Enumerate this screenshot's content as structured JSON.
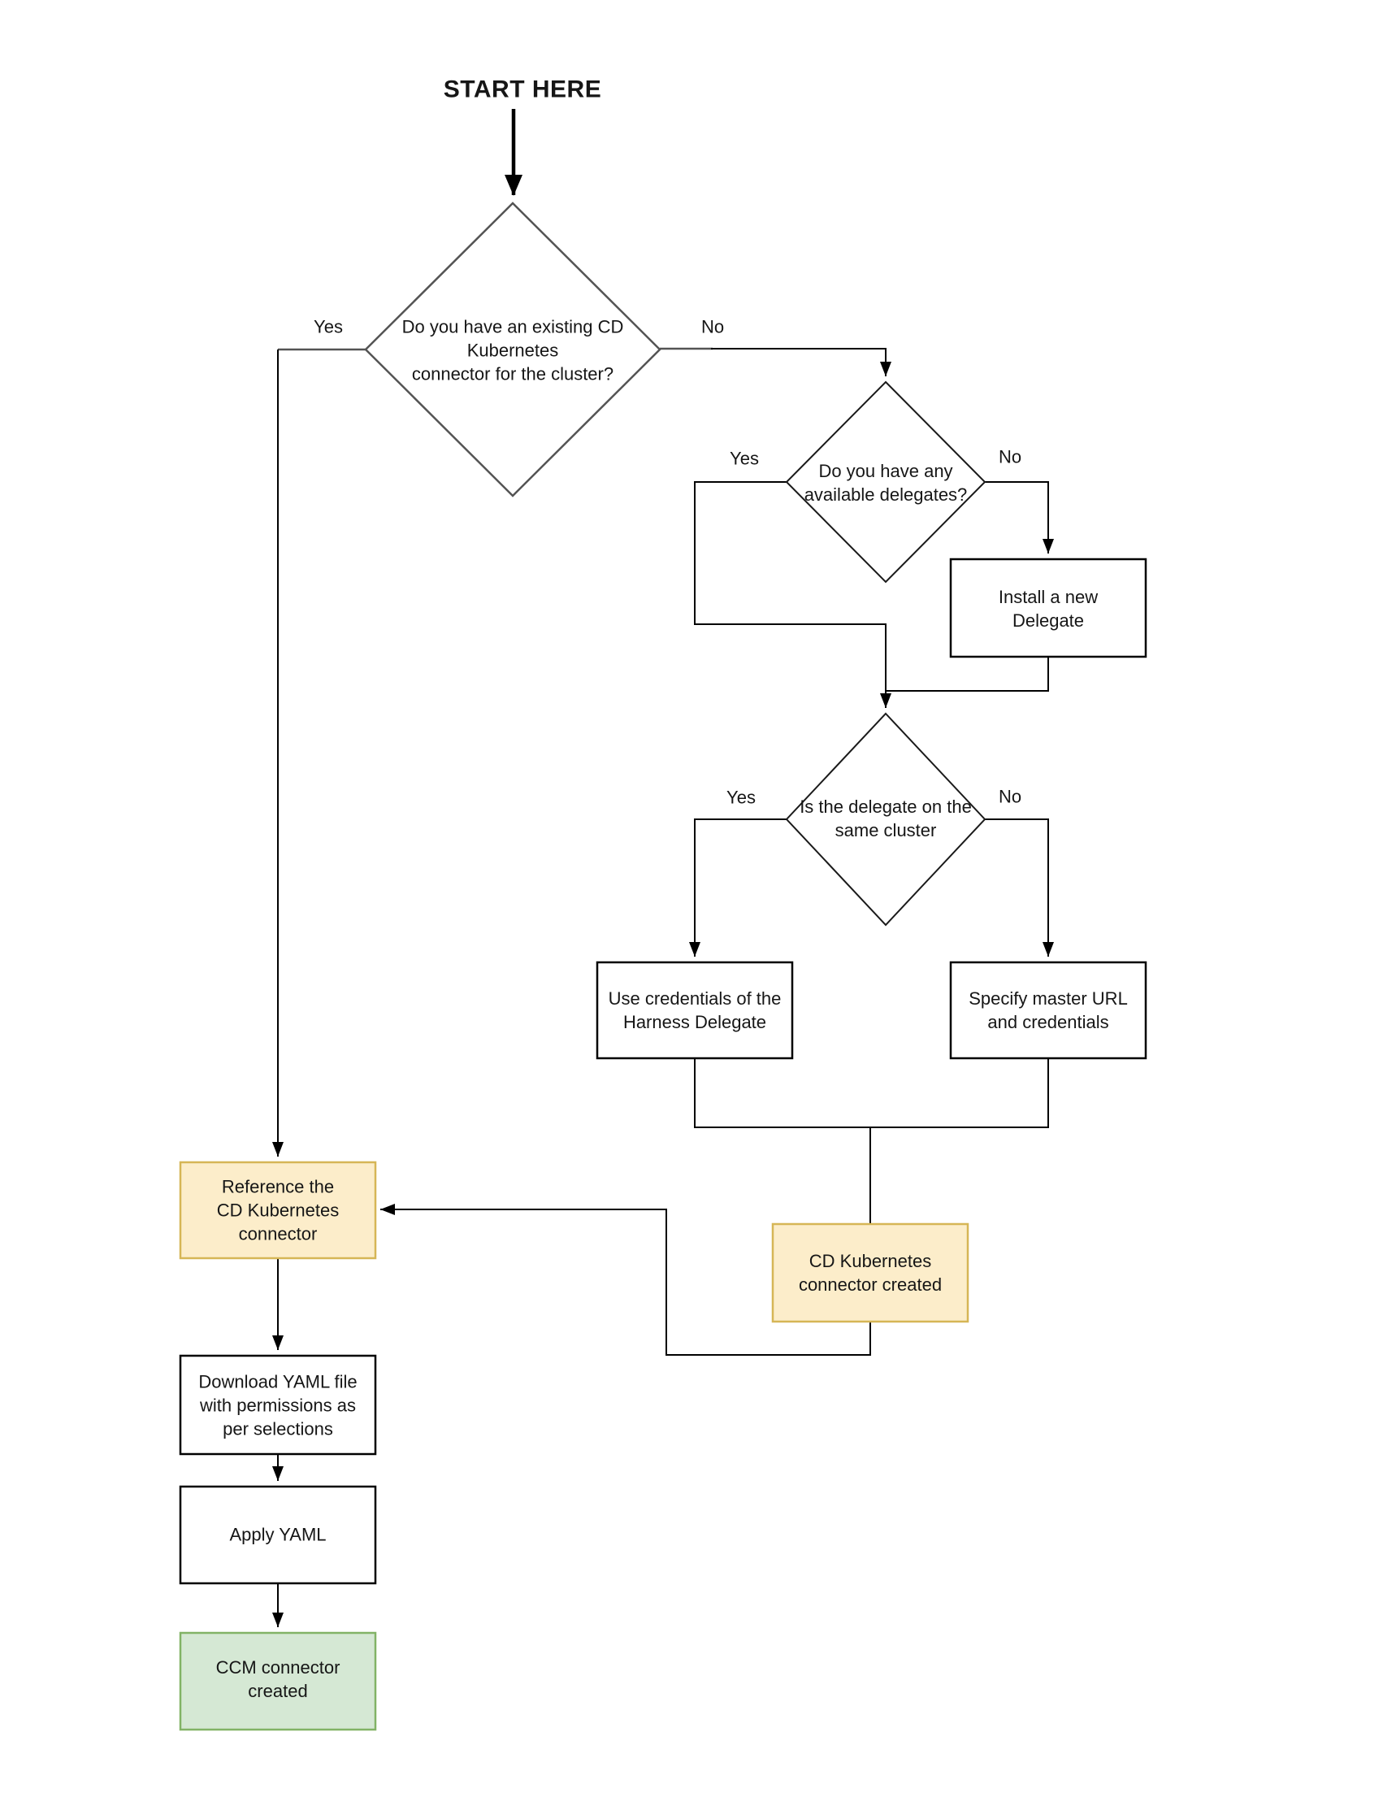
{
  "diagram": {
    "title": "START HERE",
    "nodes": {
      "start": {
        "lines": [
          "START HERE"
        ]
      },
      "decision_existing_connector": {
        "lines": [
          "Do you have an existing CD",
          "Kubernetes",
          "connector for the cluster?"
        ]
      },
      "decision_available_delegates": {
        "lines": [
          "Do you have any",
          "available delegates?"
        ]
      },
      "decision_same_cluster": {
        "lines": [
          "Is the delegate on the",
          "same cluster"
        ]
      },
      "install_delegate": {
        "lines": [
          "Install a new",
          "Delegate"
        ]
      },
      "use_credentials": {
        "lines": [
          "Use credentials of the",
          "Harness Delegate"
        ]
      },
      "specify_master_url": {
        "lines": [
          "Specify master URL",
          "and credentials"
        ]
      },
      "cd_connector_created": {
        "lines": [
          "CD Kubernetes",
          "connector created"
        ]
      },
      "reference_connector": {
        "lines": [
          "Reference the",
          "CD Kubernetes",
          "connector"
        ]
      },
      "download_yaml": {
        "lines": [
          "Download YAML file",
          "with permissions as",
          "per selections"
        ]
      },
      "apply_yaml": {
        "lines": [
          "Apply YAML"
        ]
      },
      "ccm_connector_created": {
        "lines": [
          "CCM connector",
          "created"
        ]
      }
    },
    "edge_labels": {
      "d1_yes": "Yes",
      "d1_no": "No",
      "d2_yes": "Yes",
      "d2_no": "No",
      "d3_yes": "Yes",
      "d3_no": "No"
    },
    "colors": {
      "node_fill": "#ffffff",
      "line": "#000000",
      "muted_line": "#545454",
      "warning_fill": "#fcedca",
      "warning_stroke": "#d6b656",
      "success_fill": "#d5e8d4",
      "success_stroke": "#82b366"
    }
  }
}
